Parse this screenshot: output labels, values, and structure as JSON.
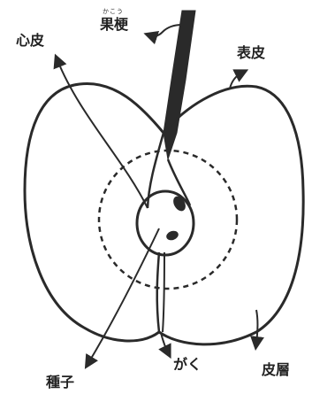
{
  "labels": {
    "stem": "果梗",
    "stem_reading": "かこう",
    "core": "心皮",
    "skin": "表皮",
    "seed": "種子",
    "calyx": "がく",
    "cortex": "皮層"
  }
}
